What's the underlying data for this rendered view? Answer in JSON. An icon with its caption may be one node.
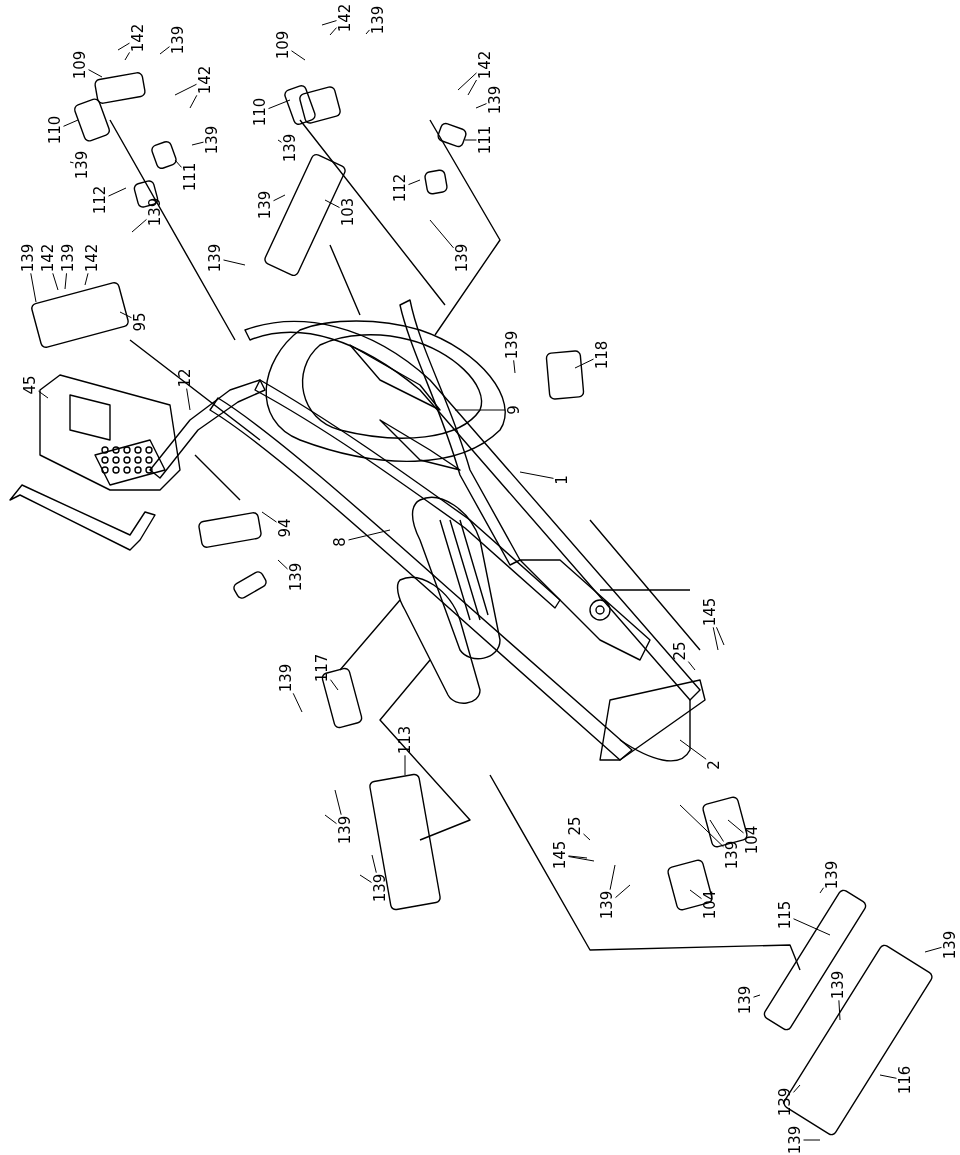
{
  "diagram": {
    "nodes": [
      {
        "text": [
          "109"
        ]
      },
      {
        "text": [
          "142"
        ]
      },
      {
        "text": [
          "139"
        ]
      },
      {
        "text": [
          "110"
        ]
      },
      {
        "text": [
          "139"
        ]
      },
      {
        "text": [
          "142"
        ]
      },
      {
        "text": [
          "139"
        ]
      },
      {
        "text": [
          "111"
        ]
      },
      {
        "text": [
          "112"
        ]
      },
      {
        "text": [
          "139"
        ]
      },
      {
        "text": [
          "139"
        ]
      },
      {
        "text": [
          "142"
        ]
      },
      {
        "text": [
          "139"
        ]
      },
      {
        "text": [
          "142"
        ]
      },
      {
        "text": [
          "95"
        ]
      },
      {
        "text": [
          "45"
        ]
      },
      {
        "text": [
          "12"
        ]
      },
      {
        "text": [
          "94"
        ]
      },
      {
        "text": [
          "139"
        ]
      },
      {
        "text": [
          "8"
        ]
      },
      {
        "text": [
          "109"
        ]
      },
      {
        "text": [
          "142"
        ]
      },
      {
        "text": [
          "139"
        ]
      },
      {
        "text": [
          "110"
        ]
      },
      {
        "text": [
          "139"
        ]
      },
      {
        "text": [
          "139"
        ]
      },
      {
        "text": [
          "103"
        ]
      },
      {
        "text": [
          "139"
        ]
      },
      {
        "text": [
          "142"
        ]
      },
      {
        "text": [
          "139"
        ]
      },
      {
        "text": [
          "111"
        ]
      },
      {
        "text": [
          "112"
        ]
      },
      {
        "text": [
          "139"
        ]
      },
      {
        "text": [
          "139"
        ]
      },
      {
        "text": [
          "118"
        ]
      },
      {
        "text": [
          "9"
        ]
      },
      {
        "text": [
          "1"
        ]
      },
      {
        "text": [
          "139"
        ]
      },
      {
        "text": [
          "117"
        ]
      },
      {
        "text": [
          "113"
        ]
      },
      {
        "text": [
          "139"
        ]
      },
      {
        "text": [
          "139"
        ]
      },
      {
        "text": [
          "145"
        ]
      },
      {
        "text": [
          "25"
        ]
      },
      {
        "text": [
          "2"
        ]
      },
      {
        "text": [
          "25"
        ]
      },
      {
        "text": [
          "145"
        ]
      },
      {
        "text": [
          "139"
        ]
      },
      {
        "text": [
          "104"
        ]
      },
      {
        "text": [
          "139"
        ]
      },
      {
        "text": [
          "104"
        ]
      },
      {
        "text": [
          "139"
        ]
      },
      {
        "text": [
          "115"
        ]
      },
      {
        "text": [
          "139"
        ]
      },
      {
        "text": [
          "139"
        ]
      },
      {
        "text": [
          "139"
        ]
      },
      {
        "text": [
          "116"
        ]
      },
      {
        "text": [
          "139"
        ]
      },
      {
        "text": [
          "139"
        ]
      }
    ],
    "edges": [
      {
        "from": 0,
        "to": null,
        "arrow": "none"
      },
      {
        "from": 1,
        "to": null,
        "arrow": "none"
      },
      {
        "from": 1,
        "to": null,
        "arrow": "none"
      },
      {
        "from": 2,
        "to": null,
        "arrow": "none"
      },
      {
        "from": 3,
        "to": null,
        "arrow": "none"
      },
      {
        "from": 4,
        "to": null,
        "arrow": "none"
      },
      {
        "from": 5,
        "to": null,
        "arrow": "none"
      },
      {
        "from": 5,
        "to": null,
        "arrow": "none"
      },
      {
        "from": 6,
        "to": null,
        "arrow": "none"
      },
      {
        "from": 7,
        "to": null,
        "arrow": "none"
      },
      {
        "from": 8,
        "to": null,
        "arrow": "none"
      },
      {
        "from": 9,
        "to": null,
        "arrow": "none"
      },
      {
        "from": 10,
        "to": null,
        "arrow": "none"
      },
      {
        "from": 11,
        "to": null,
        "arrow": "none"
      },
      {
        "from": 12,
        "to": null,
        "arrow": "none"
      },
      {
        "from": 13,
        "to": null,
        "arrow": "none"
      },
      {
        "from": 14,
        "to": null,
        "arrow": "none"
      },
      {
        "from": 15,
        "to": null,
        "arrow": "none"
      },
      {
        "from": 16,
        "to": null,
        "arrow": "none"
      },
      {
        "from": 17,
        "to": null,
        "arrow": "none"
      },
      {
        "from": 18,
        "to": null,
        "arrow": "none"
      },
      {
        "from": 19,
        "to": null,
        "arrow": "none"
      },
      {
        "from": 20,
        "to": null,
        "arrow": "none"
      },
      {
        "from": 21,
        "to": null,
        "arrow": "none"
      },
      {
        "from": 21,
        "to": null,
        "arrow": "none"
      },
      {
        "from": 22,
        "to": null,
        "arrow": "none"
      },
      {
        "from": 23,
        "to": null,
        "arrow": "none"
      },
      {
        "from": 24,
        "to": null,
        "arrow": "none"
      },
      {
        "from": 25,
        "to": null,
        "arrow": "none"
      },
      {
        "from": 26,
        "to": null,
        "arrow": "none"
      },
      {
        "from": 27,
        "to": null,
        "arrow": "none"
      },
      {
        "from": 28,
        "to": null,
        "arrow": "none"
      },
      {
        "from": 28,
        "to": null,
        "arrow": "none"
      },
      {
        "from": 29,
        "to": null,
        "arrow": "none"
      },
      {
        "from": 30,
        "to": null,
        "arrow": "none"
      },
      {
        "from": 31,
        "to": null,
        "arrow": "none"
      },
      {
        "from": 32,
        "to": null,
        "arrow": "none"
      },
      {
        "from": 33,
        "to": null,
        "arrow": "none"
      },
      {
        "from": 34,
        "to": null,
        "arrow": "none"
      },
      {
        "from": 35,
        "to": null,
        "arrow": "none"
      },
      {
        "from": 36,
        "to": null,
        "arrow": "none"
      },
      {
        "from": 37,
        "to": null,
        "arrow": "none"
      },
      {
        "from": 38,
        "to": null,
        "arrow": "none"
      },
      {
        "from": 39,
        "to": null,
        "arrow": "none"
      },
      {
        "from": 40,
        "to": null,
        "arrow": "none"
      },
      {
        "from": 40,
        "to": null,
        "arrow": "none"
      },
      {
        "from": 41,
        "to": null,
        "arrow": "none"
      },
      {
        "from": 41,
        "to": null,
        "arrow": "none"
      },
      {
        "from": 42,
        "to": null,
        "arrow": "none"
      },
      {
        "from": 42,
        "to": null,
        "arrow": "none"
      },
      {
        "from": 43,
        "to": null,
        "arrow": "none"
      },
      {
        "from": 44,
        "to": null,
        "arrow": "none"
      },
      {
        "from": 45,
        "to": null,
        "arrow": "none"
      },
      {
        "from": 46,
        "to": null,
        "arrow": "none"
      },
      {
        "from": 46,
        "to": null,
        "arrow": "none"
      },
      {
        "from": 47,
        "to": null,
        "arrow": "none"
      },
      {
        "from": 47,
        "to": null,
        "arrow": "none"
      },
      {
        "from": 48,
        "to": null,
        "arrow": "none"
      },
      {
        "from": 49,
        "to": null,
        "arrow": "none"
      },
      {
        "from": 49,
        "to": null,
        "arrow": "none"
      },
      {
        "from": 50,
        "to": null,
        "arrow": "none"
      },
      {
        "from": 51,
        "to": null,
        "arrow": "none"
      },
      {
        "from": 52,
        "to": null,
        "arrow": "none"
      },
      {
        "from": 53,
        "to": null,
        "arrow": "none"
      },
      {
        "from": 54,
        "to": null,
        "arrow": "none"
      },
      {
        "from": 55,
        "to": null,
        "arrow": "none"
      },
      {
        "from": 56,
        "to": null,
        "arrow": "none"
      },
      {
        "from": 57,
        "to": null,
        "arrow": "none"
      },
      {
        "from": 58,
        "to": null,
        "arrow": "none"
      }
    ]
  }
}
